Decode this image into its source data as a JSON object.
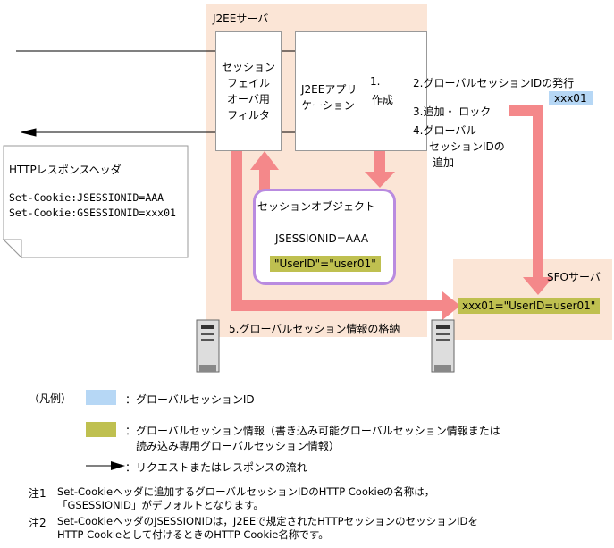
{
  "j2ee_server": {
    "title": "J2EEサーバ"
  },
  "filter": {
    "label_lines": [
      "セッション",
      "フェイル",
      "オーバ用",
      "フィルタ"
    ]
  },
  "app": {
    "label_lines": [
      "J2EEアプリ",
      "ケーション"
    ]
  },
  "steps": {
    "s1_num": "1.",
    "s1_text": "作成",
    "s2": "2.グローバルセッションIDの発行",
    "s3": "3.追加・ ロック",
    "s4_lines": [
      "4.グローバル",
      "セッションIDの",
      "追加"
    ],
    "s5": "5.グローバルセッション情報の格納"
  },
  "global_id_value": "xxx01",
  "http_header": {
    "title": "HTTPレスポンスヘッダ",
    "lines": [
      "Set-Cookie:JSESSIONID=AAA",
      "Set-Cookie:GSESSIONID=xxx01"
    ]
  },
  "session_object": {
    "title": "セッションオブジェクト",
    "jsession": "JSESSIONID=AAA",
    "info": "\"UserID\"=\"user01\""
  },
  "sfo_server": {
    "title": "SFOサーバ",
    "info": "xxx01=\"UserID=user01\""
  },
  "legend": {
    "title": "（凡例）",
    "global_id": "：グローバルセッションID",
    "global_info_lines": [
      "：グローバルセッション情報（書き込み可能グローバルセッション情報または",
      "読み込み専用グローバルセッション情報）"
    ],
    "flow": "：リクエストまたはレスポンスの流れ"
  },
  "notes": {
    "n1_label": "注1",
    "n1_lines": [
      "Set-Cookieヘッダに追加するグローバルセッションIDのHTTP Cookieの名称は，",
      "「GSESSIONID」がデフォルトとなります。"
    ],
    "n2_label": "注2",
    "n2_lines": [
      "Set-CookieヘッダのJSESSIONIDは，J2EEで規定されたHTTPセッションのセッションIDを",
      "HTTP Cookieとして付けるときのHTTP Cookie名称です。"
    ]
  },
  "colors": {
    "server_bg": "#fbe5d6",
    "pink_arrow": "#f4888a",
    "global_id": "#b6d7f5",
    "global_info": "#bfc050",
    "session_border": "#b98be0"
  }
}
